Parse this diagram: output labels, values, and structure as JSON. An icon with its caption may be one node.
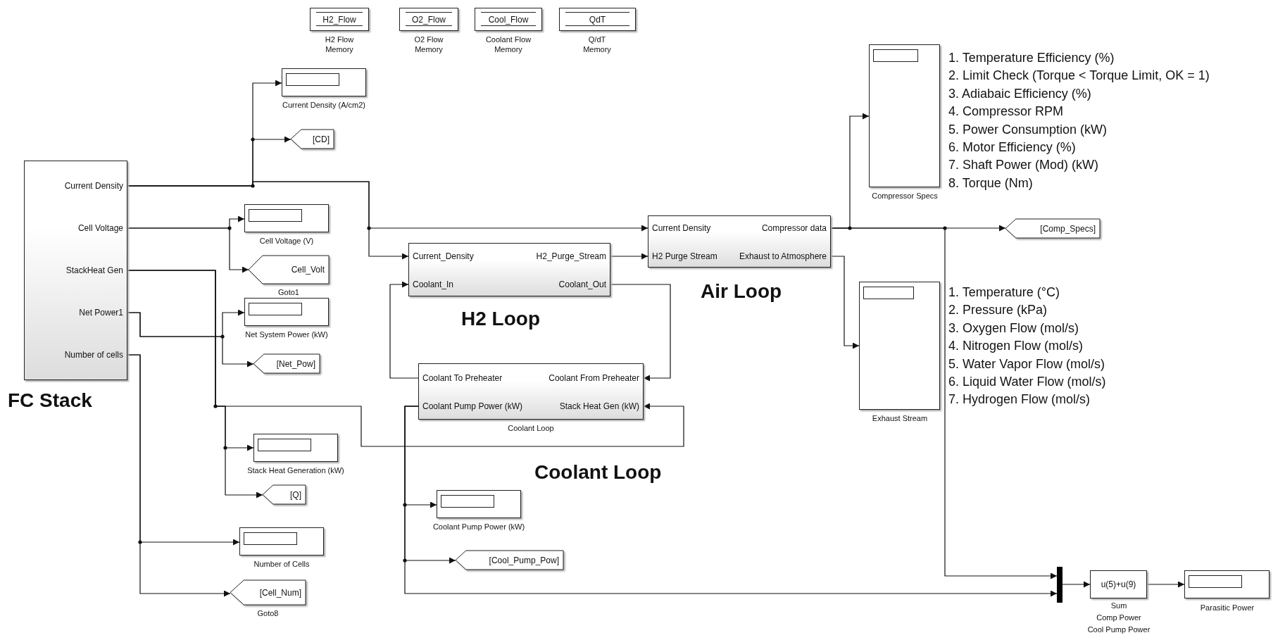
{
  "diagram": {
    "nodes": [
      {
        "text": [
          "H2_Flow"
        ],
        "beside": [
          "H2 Flow Memory"
        ]
      },
      {
        "text": [
          "O2_Flow"
        ],
        "beside": [
          "O2 Flow Memory"
        ]
      },
      {
        "text": [
          "Cool_Flow"
        ],
        "beside": [
          "Coolant Flow Memory"
        ]
      },
      {
        "text": [
          "QdT"
        ],
        "beside": [
          "Q/dT Memory"
        ]
      },
      {
        "text": [],
        "shape": "box",
        "beside": [
          "Current Density (A/cm2)"
        ]
      },
      {
        "text": [
          "[CD]"
        ]
      },
      {
        "text": [
          "Current Density",
          "Cell Voltage",
          "StackHeat Gen",
          "Net Power1",
          "Number of cells"
        ],
        "beside": [
          "FC Stack"
        ]
      },
      {
        "text": [],
        "shape": "box",
        "beside": [
          "Cell Voltage (V)"
        ]
      },
      {
        "text": [
          "Cell_Volt"
        ],
        "beside": [
          "Goto1"
        ]
      },
      {
        "text": [],
        "shape": "box",
        "beside": [
          "Net System Power (kW)"
        ]
      },
      {
        "text": [
          "[Net_Pow]"
        ]
      },
      {
        "text": [],
        "shape": "box",
        "beside": [
          "Stack Heat Generation (kW)"
        ]
      },
      {
        "text": [
          "[Q]"
        ]
      },
      {
        "text": [],
        "shape": "box",
        "beside": [
          "Number of Cells"
        ]
      },
      {
        "text": [
          "[Cell_Num]"
        ],
        "beside": [
          "Goto8"
        ]
      },
      {
        "text": [
          "Current_Density",
          "H2_Purge_Stream",
          "Coolant_In",
          "Coolant_Out"
        ],
        "beside": [
          "H2 Loop"
        ]
      },
      {
        "text": [
          "Current Density",
          "Compressor data",
          "H2 Purge Stream",
          "Exhaust to Atmosphere"
        ],
        "beside": [
          "Air Loop"
        ]
      },
      {
        "text": [
          "Coolant To Preheater",
          "Coolant From Preheater",
          "Coolant Pump Power (kW)",
          "Stack Heat Gen (kW)"
        ],
        "beside": [
          "Coolant Loop"
        ]
      },
      {
        "text": [],
        "shape": "box",
        "beside": [
          "Coolant Pump Power (kW)"
        ]
      },
      {
        "text": [
          "[Cool_Pump_Pow]"
        ]
      },
      {
        "text": [],
        "shape": "box",
        "beside": [
          "Compressor Specs",
          "1. Temperature Efficiency (%)",
          "2. Limit Check (Torque < Torque Limit, OK = 1)",
          "3. Adiabaic Efficiency (%)",
          "4. Compressor RPM",
          "5. Power Consumption (kW)",
          "6. Motor Efficiency (%)",
          "7. Shaft Power (Mod) (kW)",
          "8. Torque (Nm)"
        ]
      },
      {
        "text": [
          "[Comp_Specs]"
        ]
      },
      {
        "text": [],
        "shape": "box",
        "beside": [
          "Exhaust Stream",
          "1. Temperature (°C)",
          "2. Pressure (kPa)",
          "3. Oxygen Flow (mol/s)",
          "4. Nitrogen Flow (mol/s)",
          "5. Water Vapor Flow (mol/s)",
          "6. Liquid Water Flow (mol/s)",
          "7. Hydrogen Flow (mol/s)"
        ]
      },
      {
        "text": [],
        "shape": "bar"
      },
      {
        "text": [
          "u(5)+u(9)"
        ],
        "beside": [
          "Sum",
          "Comp Power",
          "Cool Pump Power"
        ]
      },
      {
        "text": [],
        "shape": "box",
        "beside": [
          "Parasitic Power"
        ]
      }
    ],
    "edges": [
      {
        "from": 6,
        "to": 4,
        "arrow": "to"
      },
      {
        "from": 6,
        "to": 5,
        "arrow": "to"
      },
      {
        "from": 6,
        "to": 16,
        "arrow": "to"
      },
      {
        "from": 6,
        "to": 15,
        "arrow": "to"
      },
      {
        "from": 6,
        "to": 7,
        "arrow": "to"
      },
      {
        "from": 6,
        "to": 8,
        "arrow": "to"
      },
      {
        "from": 6,
        "to": 17,
        "arrow": "to"
      },
      {
        "from": 6,
        "to": 11,
        "arrow": "to"
      },
      {
        "from": 6,
        "to": 12,
        "arrow": "to"
      },
      {
        "from": 6,
        "to": 9,
        "arrow": "to"
      },
      {
        "from": 6,
        "to": 10,
        "arrow": "to"
      },
      {
        "from": 6,
        "to": 13,
        "arrow": "to"
      },
      {
        "from": 6,
        "to": 14,
        "arrow": "to"
      },
      {
        "from": 15,
        "to": 16,
        "arrow": "to"
      },
      {
        "from": 15,
        "to": 17,
        "arrow": "to"
      },
      {
        "from": 17,
        "to": 15,
        "arrow": "to"
      },
      {
        "from": 17,
        "to": 18,
        "arrow": "to"
      },
      {
        "from": 17,
        "to": 19,
        "arrow": "to"
      },
      {
        "from": 17,
        "to": 23,
        "arrow": "to"
      },
      {
        "from": 16,
        "to": 20,
        "arrow": "to"
      },
      {
        "from": 16,
        "to": 21,
        "arrow": "to"
      },
      {
        "from": 16,
        "to": 23,
        "arrow": "to"
      },
      {
        "from": 16,
        "to": 22,
        "arrow": "to"
      },
      {
        "from": 23,
        "to": 24,
        "arrow": "to"
      },
      {
        "from": 24,
        "to": 25,
        "arrow": "to"
      }
    ],
    "labels": [
      "Coolant Loop"
    ]
  }
}
